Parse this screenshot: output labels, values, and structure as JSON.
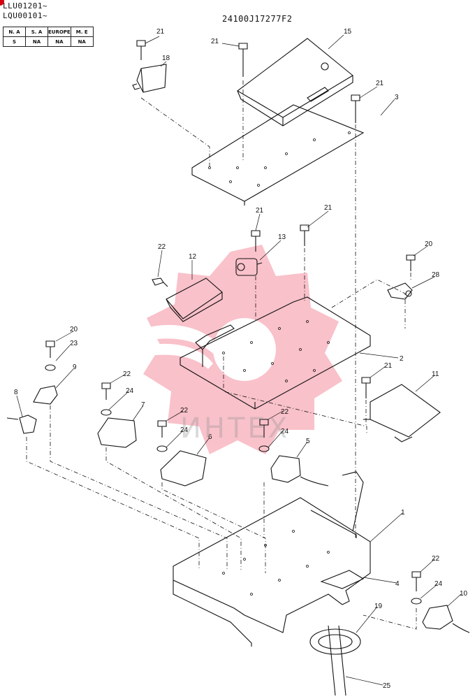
{
  "header": {
    "serial_ranges": [
      "LLU01201~",
      "LQU00101~"
    ],
    "drawing_code": "24100J17277F2"
  },
  "region_table": {
    "headers": [
      "N. A",
      "S. A",
      "EUROPE",
      "M. E"
    ],
    "values": [
      "S",
      "NA",
      "NA",
      "NA"
    ]
  },
  "watermark": {
    "text": "ИНТЕХ",
    "color": "#f0506a"
  },
  "callouts": {
    "c21a": "21",
    "c21b": "21",
    "c15": "15",
    "c18": "18",
    "c21c": "21",
    "c3": "3",
    "c21d": "21",
    "c21e": "21",
    "c13": "13",
    "c22a": "22",
    "c12": "12",
    "c20a": "20",
    "c28": "28",
    "c2": "2",
    "c20b": "20",
    "c23": "23",
    "c9": "9",
    "c8": "8",
    "c22b": "22",
    "c24a": "24",
    "c7": "7",
    "c21f": "21",
    "c11": "11",
    "c22c": "22",
    "c24b": "24",
    "c6": "6",
    "c22d": "22",
    "c24c": "24",
    "c5": "5",
    "c1": "1",
    "c4": "4",
    "c22e": "22",
    "c24d": "24",
    "c10": "10",
    "c19": "19",
    "c25": "25"
  }
}
